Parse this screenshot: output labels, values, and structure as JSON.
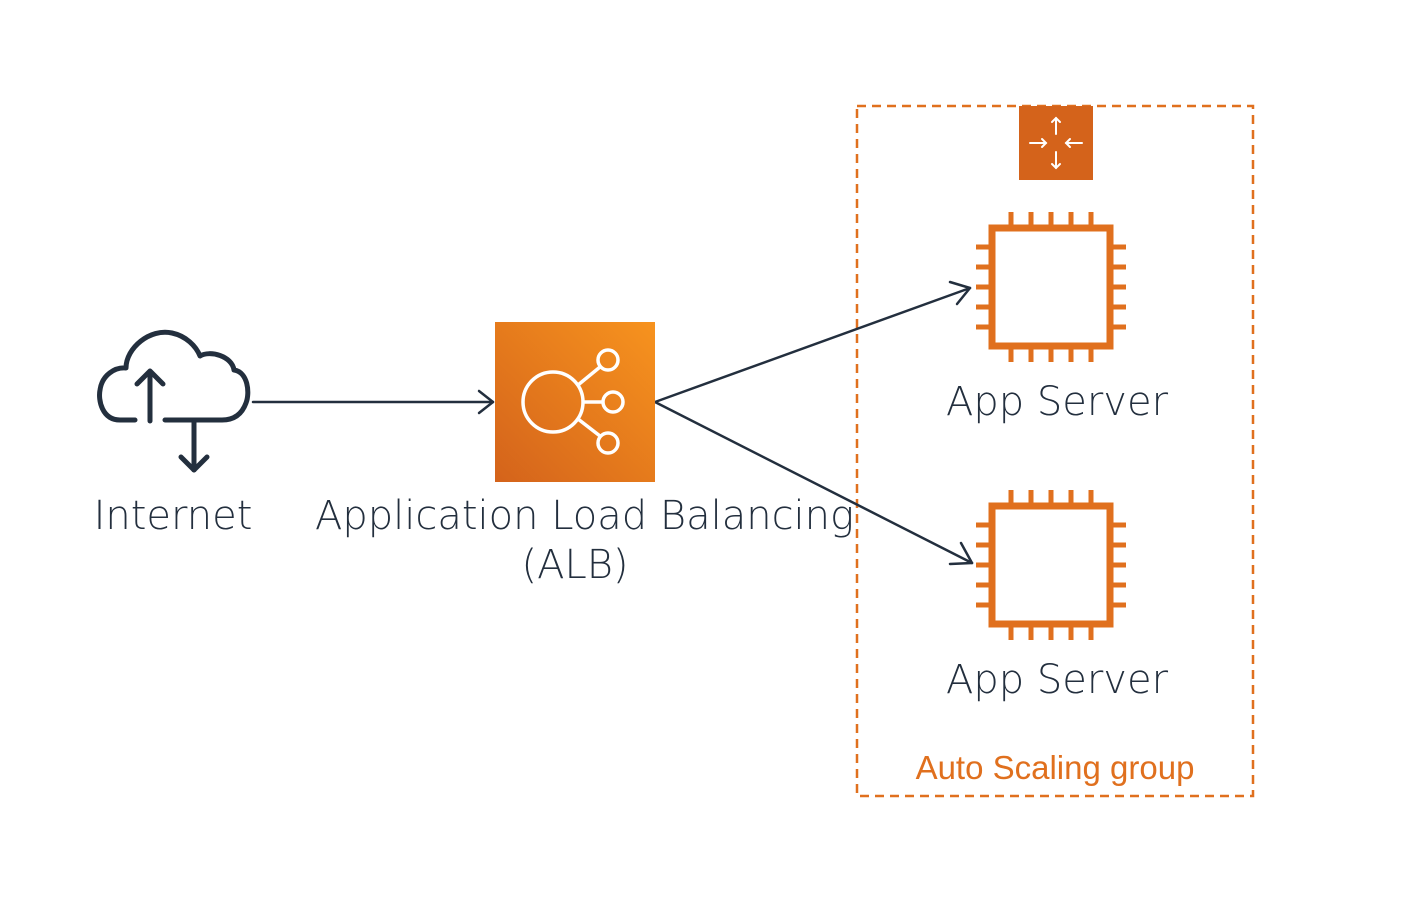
{
  "nodes": {
    "internet": {
      "label": "Internet",
      "icon": "cloud-upload-download-icon"
    },
    "alb": {
      "label_line1": "Application Load Balancing",
      "label_line2": "(ALB)",
      "icon": "load-balancer-icon"
    },
    "server1": {
      "label": "App Server",
      "icon": "ec2-instance-chip-icon"
    },
    "server2": {
      "label": "App Server",
      "icon": "ec2-instance-chip-icon"
    }
  },
  "group": {
    "label": "Auto Scaling group",
    "icon": "auto-scaling-icon"
  },
  "edges": [
    {
      "from": "internet",
      "to": "alb"
    },
    {
      "from": "alb",
      "to": "server1"
    },
    {
      "from": "alb",
      "to": "server2"
    }
  ],
  "colors": {
    "text": "#232f3e",
    "accent_orange": "#e0701e",
    "alb_gradient_start": "#f7931e",
    "alb_gradient_end": "#d4631b",
    "connector": "#232f3e"
  }
}
